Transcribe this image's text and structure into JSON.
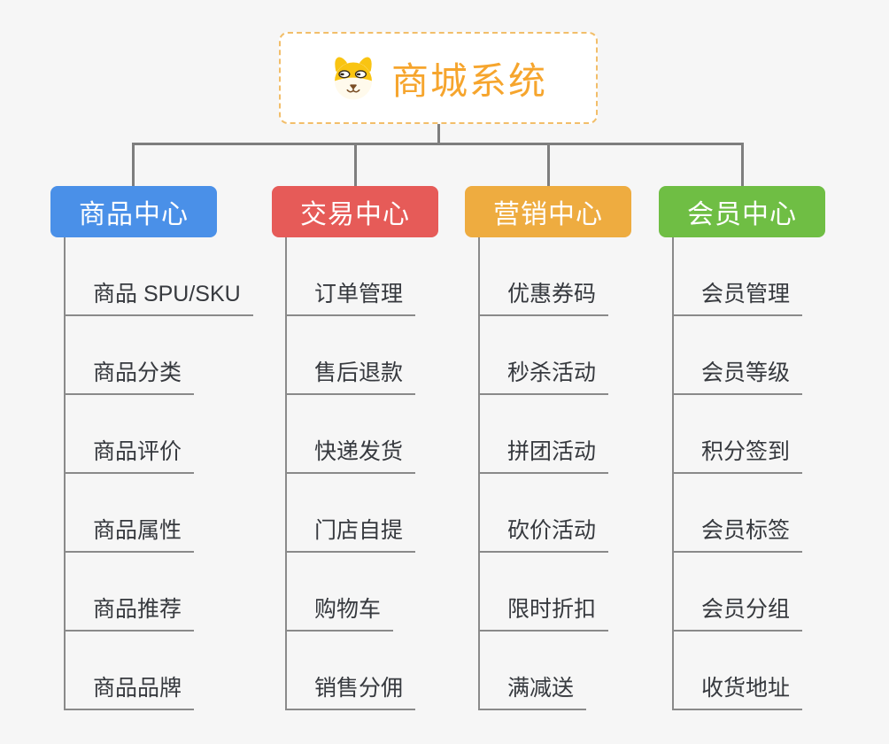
{
  "root": {
    "title": "商城系统",
    "icon": "dog-face-icon"
  },
  "branches": [
    {
      "label": "商品中心",
      "color": "#4A90E8",
      "items": [
        "商品 SPU/SKU",
        "商品分类",
        "商品评价",
        "商品属性",
        "商品推荐",
        "商品品牌"
      ]
    },
    {
      "label": "交易中心",
      "color": "#E65B58",
      "items": [
        "订单管理",
        "售后退款",
        "快递发货",
        "门店自提",
        "购物车",
        "销售分佣"
      ]
    },
    {
      "label": "营销中心",
      "color": "#EEAC40",
      "items": [
        "优惠券码",
        "秒杀活动",
        "拼团活动",
        "砍价活动",
        "限时折扣",
        "满减送"
      ]
    },
    {
      "label": "会员中心",
      "color": "#6FBE44",
      "items": [
        "会员管理",
        "会员等级",
        "积分签到",
        "会员标签",
        "会员分组",
        "收货地址"
      ]
    }
  ],
  "colors": {
    "background": "#F6F6F6",
    "root_text": "#F6A52D",
    "root_border": "#F2BE6A",
    "connector": "#7E7E7E",
    "item_line": "#8A8A8A",
    "item_text": "#36393E",
    "node_text": "#FFFFFF"
  }
}
